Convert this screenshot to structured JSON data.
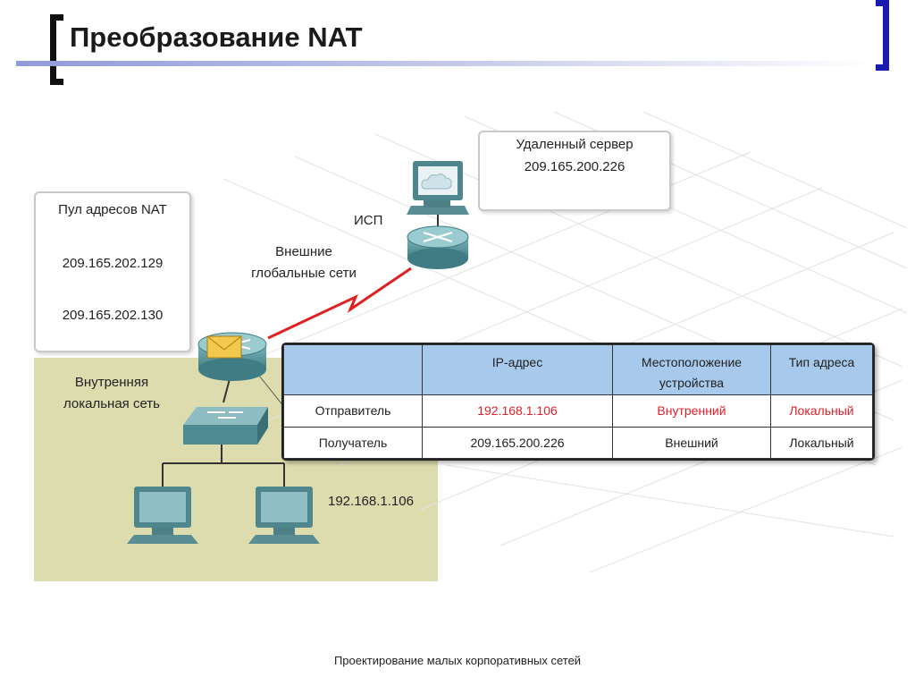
{
  "slide": {
    "title": "Преобразование NAT",
    "footer": "Проектирование малых корпоративных сетей"
  },
  "nat_pool": {
    "label": "Пул адресов NAT",
    "addresses": [
      "209.165.202.129",
      "209.165.202.130"
    ]
  },
  "remote_server": {
    "label": "Удаленный сервер",
    "address": "209.165.200.226"
  },
  "isp_label": "ИСП",
  "wan_label": [
    "Внешние",
    "глобальные сети"
  ],
  "lan_label": [
    "Внутренняя",
    "локальная сеть"
  ],
  "host_address": "192.168.1.106",
  "nat_table": {
    "headers": [
      "",
      "IP-адрес",
      [
        "Местоположение",
        "устройства"
      ],
      "Тип адреса"
    ],
    "rows": [
      {
        "role": "Отправитель",
        "ip": "192.168.1.106",
        "location": "Внутренний",
        "type": "Локальный"
      },
      {
        "role": "Получатель",
        "ip": "209.165.200.226",
        "location": "Внешний",
        "type": "Локальный"
      }
    ]
  },
  "colors": {
    "highlight_red": "#e0202a",
    "table_header": "#a6c9ec",
    "lan_area": "#dcdcae",
    "device_teal": "#5f9ea6",
    "wan_link": "#e02020",
    "title_bar": "#8f9ad8"
  }
}
